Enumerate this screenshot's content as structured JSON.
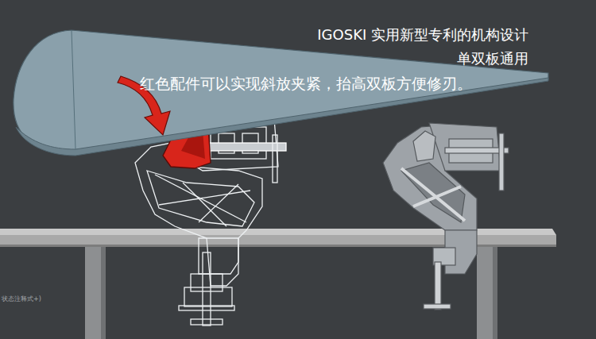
{
  "diagram": {
    "title": "IGOSKI 实用新型专利的机构设计",
    "labels": [
      "单双板通用",
      "红色配件可以实现斜放夹紧，抬高双板方便修刃。",
      "状态注释式+)"
    ]
  }
}
